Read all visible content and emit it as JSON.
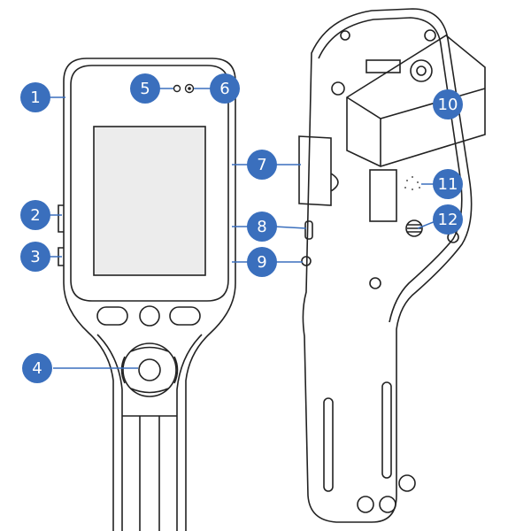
{
  "colors": {
    "callout": "#3a6fbd",
    "callout_text": "#ffffff",
    "device_outline": "#222222",
    "screen": "#ececec",
    "background": "#ffffff"
  },
  "callouts": [
    {
      "n": "1"
    },
    {
      "n": "2"
    },
    {
      "n": "3"
    },
    {
      "n": "4"
    },
    {
      "n": "5"
    },
    {
      "n": "6"
    },
    {
      "n": "7"
    },
    {
      "n": "8"
    },
    {
      "n": "9"
    },
    {
      "n": "10"
    },
    {
      "n": "11"
    },
    {
      "n": "12"
    }
  ]
}
